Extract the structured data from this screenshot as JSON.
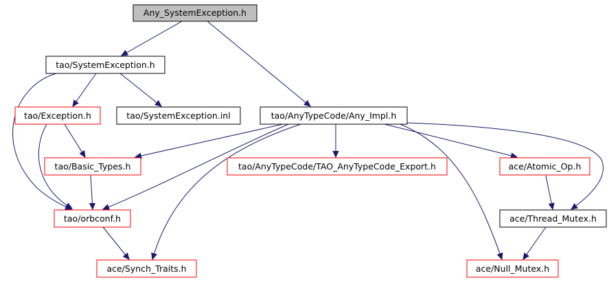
{
  "colors": {
    "root_fill": "#bfbfbf",
    "node_fill": "#ffffff",
    "border_documented": "#000000",
    "border_undocumented": "#ff0000",
    "edge": "#191970"
  },
  "nodes": [
    {
      "id": "root",
      "label": "Any_SystemException.h",
      "type": "root"
    },
    {
      "id": "sysexc",
      "label": "tao/SystemException.h",
      "type": "documented"
    },
    {
      "id": "exception",
      "label": "tao/Exception.h",
      "type": "undocumented"
    },
    {
      "id": "sysexc_inl",
      "label": "tao/SystemException.inl",
      "type": "documented"
    },
    {
      "id": "any_impl",
      "label": "tao/AnyTypeCode/Any_Impl.h",
      "type": "documented"
    },
    {
      "id": "basic_types",
      "label": "tao/Basic_Types.h",
      "type": "undocumented"
    },
    {
      "id": "export",
      "label": "tao/AnyTypeCode/TAO_AnyTypeCode_Export.h",
      "type": "undocumented"
    },
    {
      "id": "atomic_op",
      "label": "ace/Atomic_Op.h",
      "type": "undocumented"
    },
    {
      "id": "orbconf",
      "label": "tao/orbconf.h",
      "type": "undocumented"
    },
    {
      "id": "thread_mutex",
      "label": "ace/Thread_Mutex.h",
      "type": "documented"
    },
    {
      "id": "synch_traits",
      "label": "ace/Synch_Traits.h",
      "type": "undocumented"
    },
    {
      "id": "null_mutex",
      "label": "ace/Null_Mutex.h",
      "type": "undocumented"
    }
  ],
  "edges": [
    {
      "from": "root",
      "to": "sysexc"
    },
    {
      "from": "root",
      "to": "any_impl"
    },
    {
      "from": "sysexc",
      "to": "exception"
    },
    {
      "from": "sysexc",
      "to": "sysexc_inl"
    },
    {
      "from": "sysexc",
      "to": "orbconf"
    },
    {
      "from": "exception",
      "to": "basic_types"
    },
    {
      "from": "exception",
      "to": "orbconf"
    },
    {
      "from": "any_impl",
      "to": "basic_types"
    },
    {
      "from": "any_impl",
      "to": "export"
    },
    {
      "from": "any_impl",
      "to": "atomic_op"
    },
    {
      "from": "any_impl",
      "to": "orbconf"
    },
    {
      "from": "any_impl",
      "to": "synch_traits"
    },
    {
      "from": "any_impl",
      "to": "null_mutex"
    },
    {
      "from": "any_impl",
      "to": "thread_mutex"
    },
    {
      "from": "basic_types",
      "to": "orbconf"
    },
    {
      "from": "orbconf",
      "to": "synch_traits"
    },
    {
      "from": "atomic_op",
      "to": "thread_mutex"
    },
    {
      "from": "thread_mutex",
      "to": "null_mutex"
    }
  ]
}
